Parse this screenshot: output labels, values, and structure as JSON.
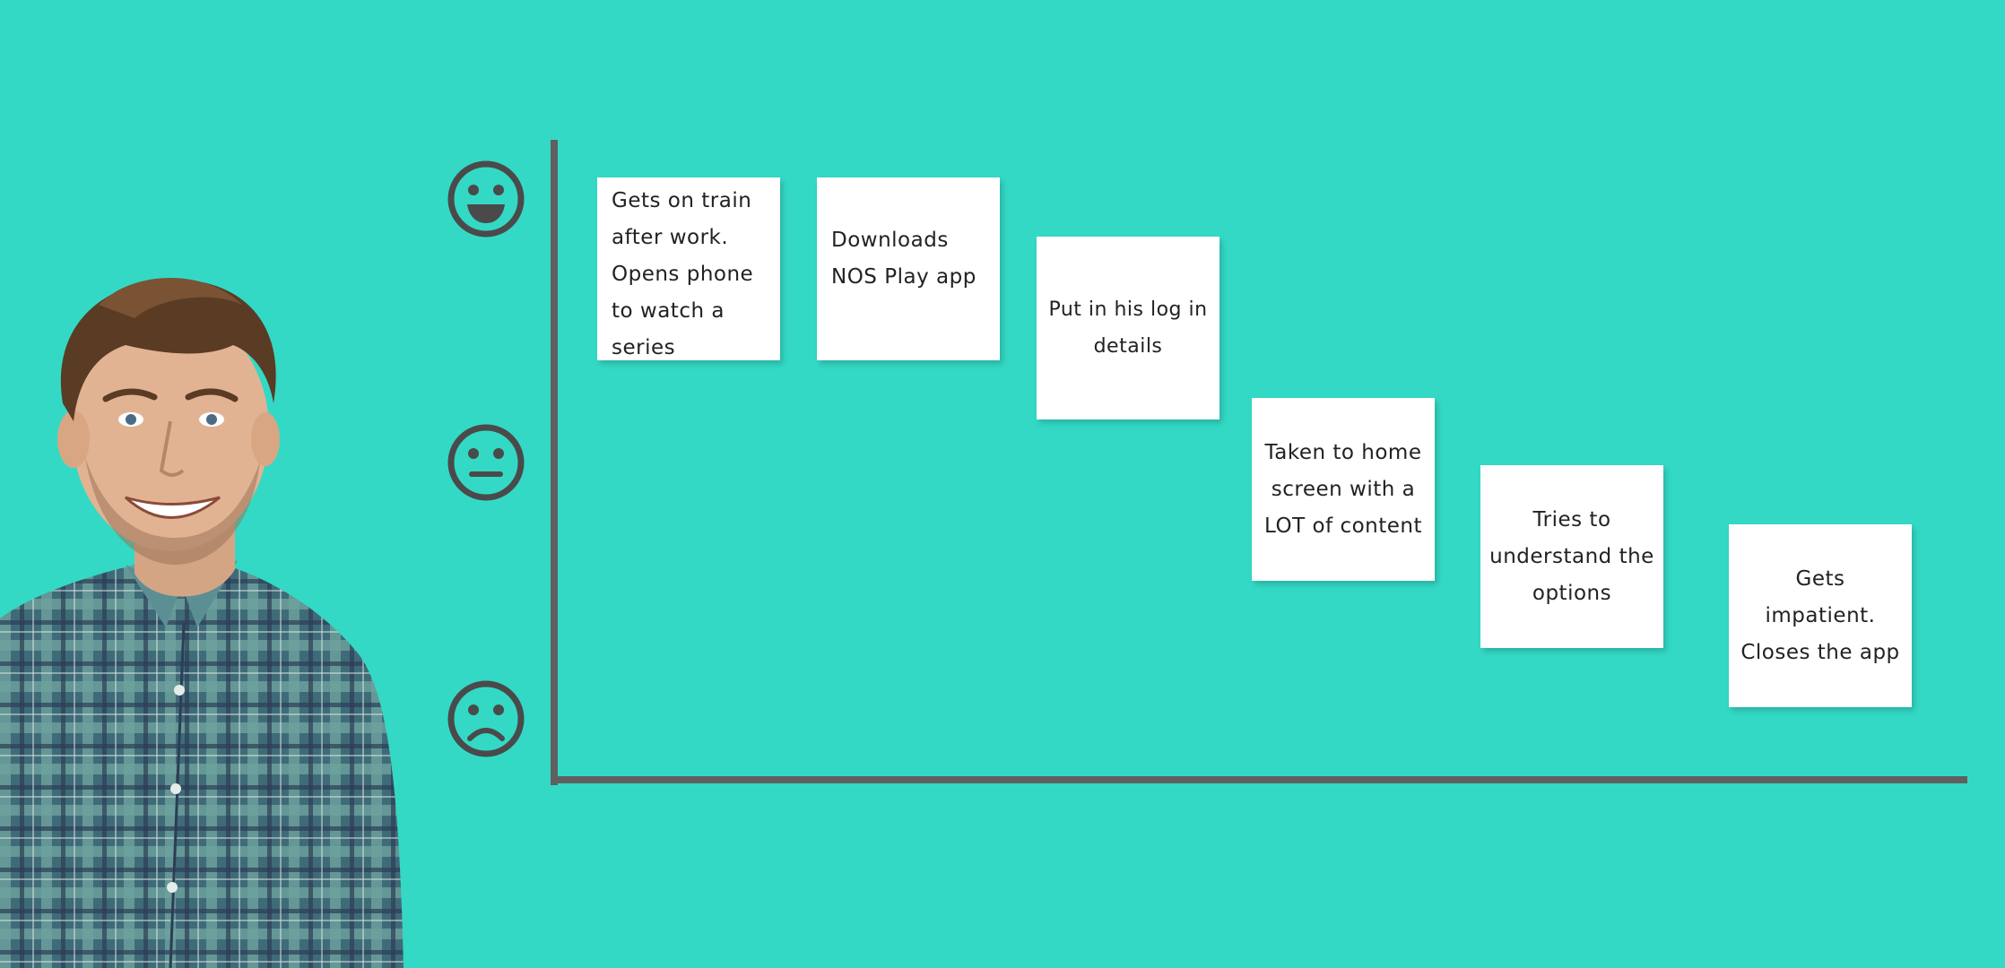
{
  "colors": {
    "background": "#33d9c5",
    "axis": "#606060",
    "face": "#4a4a4a",
    "note": "#ffffff",
    "text": "#222222"
  },
  "scale": {
    "levels": [
      {
        "mood": "happy",
        "icon": "happy-face-icon"
      },
      {
        "mood": "neutral",
        "icon": "neutral-face-icon"
      },
      {
        "mood": "sad",
        "icon": "sad-face-icon"
      }
    ]
  },
  "persona": {
    "icon": "person-photo"
  },
  "steps": [
    {
      "text": "Gets on train after work. Opens phone to watch a series"
    },
    {
      "text": "Downloads NOS Play app"
    },
    {
      "text": "Put in his log in details"
    },
    {
      "text": "Taken to home screen with a LOT of content"
    },
    {
      "text": "Tries to understand the options"
    },
    {
      "text": "Gets impatient. Closes the app"
    }
  ]
}
